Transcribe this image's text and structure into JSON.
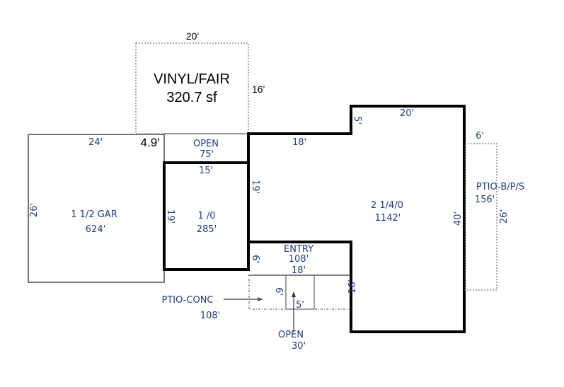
{
  "colors": {
    "label": "#1f3d7a",
    "wall": "#000000",
    "thin": "#555555"
  },
  "areas": {
    "vinyl": {
      "name": "VINYL/FAIR",
      "area": "320.7 sf",
      "dim_top": "20'",
      "dim_right": "16'"
    },
    "garage": {
      "name": "1 1/2 GAR",
      "area": "624'",
      "dim_top": "24'",
      "dim_left": "26'",
      "dim_corner": "4.9'"
    },
    "open_top": {
      "name": "OPEN",
      "area": "75'"
    },
    "room_1_0": {
      "name": "1 /0",
      "area": "285'",
      "dim_top": "15'",
      "dim_left": "19'"
    },
    "main": {
      "name": "2 1/4/0",
      "area": "1142'",
      "dim_top": "20'",
      "dim_step": "5'",
      "dim_upper_left": "18'",
      "dim_left": "19'",
      "dim_right": "40'",
      "dim_lower": "16'"
    },
    "entry": {
      "name": "ENTRY",
      "area": "108'",
      "dim_bottom": "18'",
      "dim_left": "6'"
    },
    "patio_b": {
      "name": "PTIO-B/P/S",
      "area": "156'",
      "dim_top": "6'",
      "dim_right": "26'"
    },
    "patio_conc": {
      "name": "PTIO-CONC",
      "area": "108'"
    },
    "open_bottom": {
      "name": "OPEN",
      "area": "30'",
      "dim_left": "6'",
      "dim_bottom": "5'"
    }
  }
}
